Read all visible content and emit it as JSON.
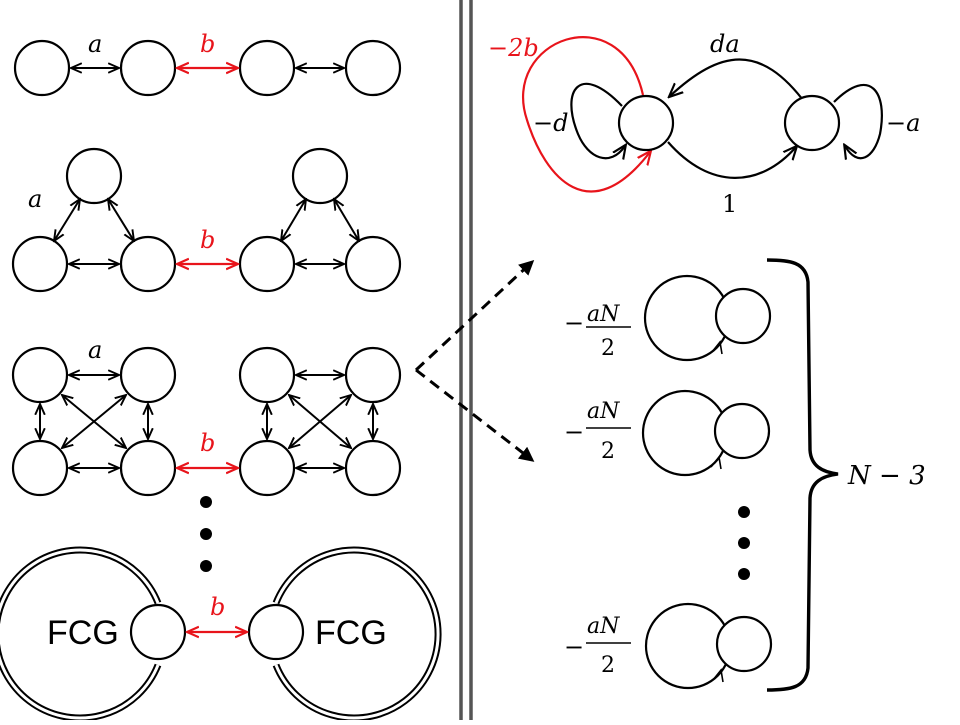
{
  "colors": {
    "ink": "#000000",
    "accent": "#e8141b",
    "divider": "#555555"
  },
  "left": {
    "chain_label_a": "a",
    "chain_label_b": "b",
    "triangle_label_a": "a",
    "triangle_label_b": "b",
    "square_label_a": "a",
    "square_label_b": "b",
    "fcg_label_left": "FCG",
    "fcg_label_right": "FCG",
    "fcg_label_b": "b"
  },
  "right": {
    "self_loop_red": "−2b",
    "self_loop_left": "−d",
    "top_arc": "da",
    "self_loop_right": "−a",
    "bottom_arc": "1",
    "coef_minus": "−",
    "coef_numerator": "aN",
    "coef_denominator": "2",
    "brace_label": "N − 3"
  }
}
